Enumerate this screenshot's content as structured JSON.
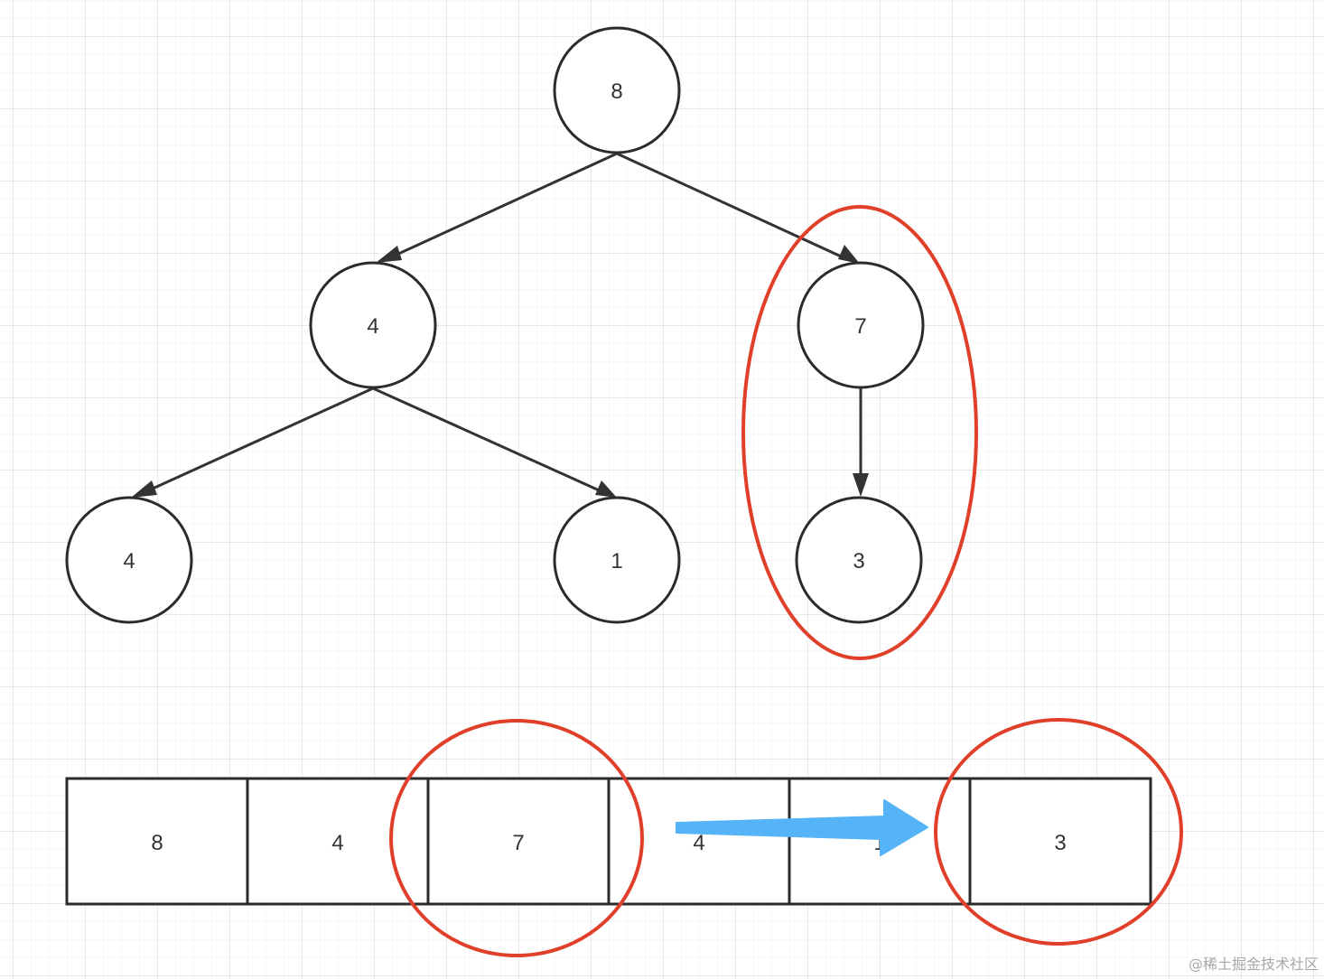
{
  "tree": {
    "root": "8",
    "level1": [
      "4",
      "7"
    ],
    "level2": [
      "4",
      "1",
      "3"
    ]
  },
  "array": {
    "cells": [
      "8",
      "4",
      "7",
      "4",
      "1",
      "3"
    ]
  },
  "colors": {
    "highlight": "#e0402a",
    "move_arrow": "#55b4f7",
    "node_stroke": "#2b2b2b"
  },
  "watermark": "@稀土掘金技术社区"
}
